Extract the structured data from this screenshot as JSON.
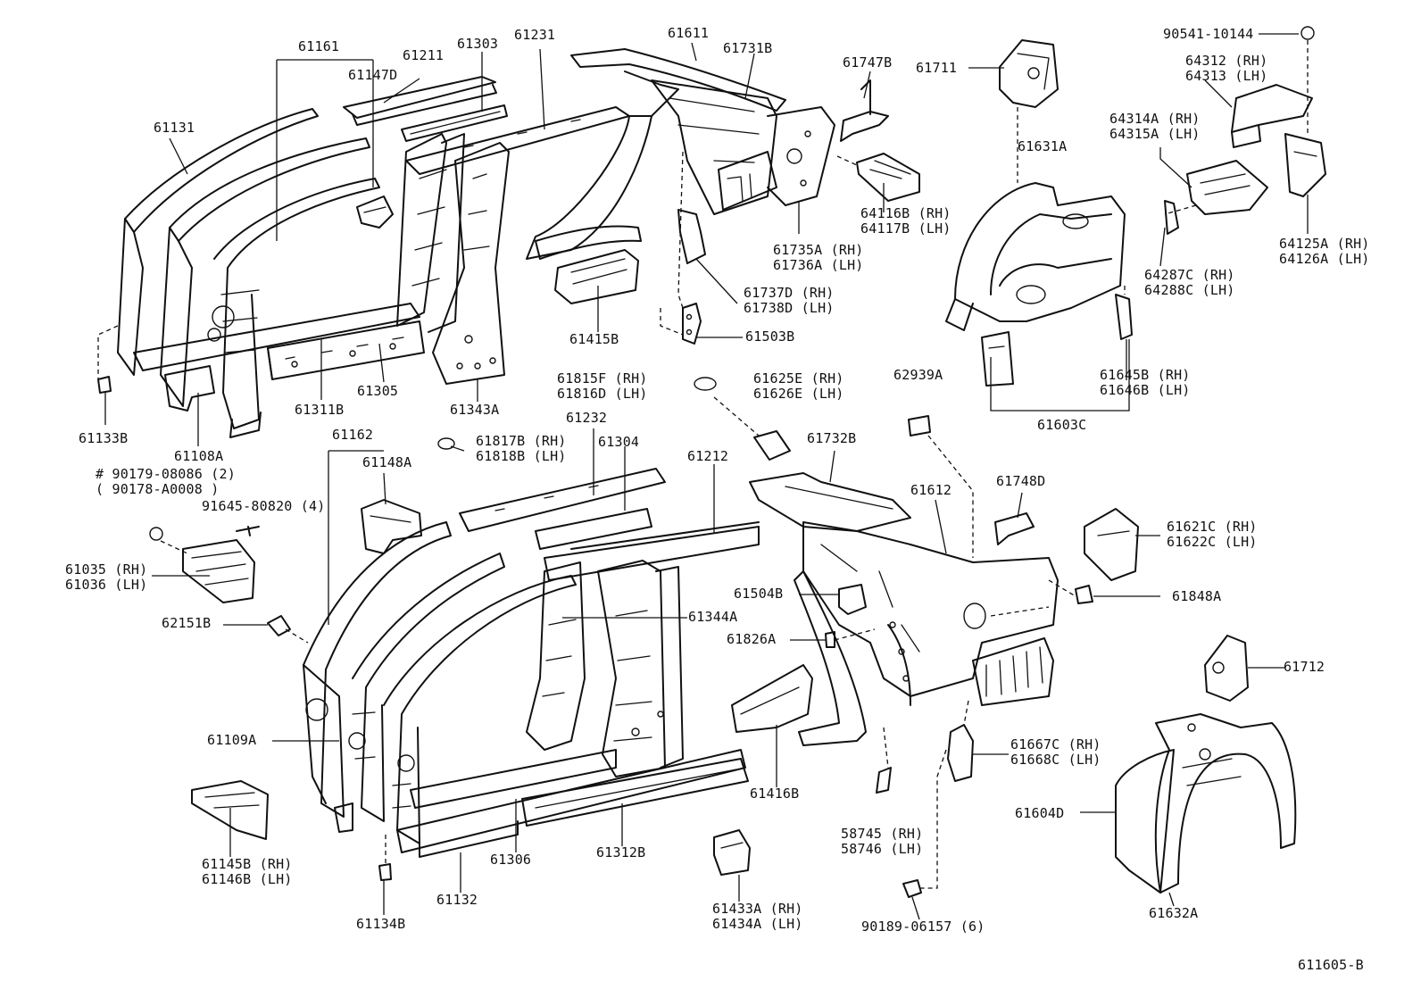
{
  "diagram_code": "611605-B",
  "parts": [
    {
      "key": "p61161",
      "lines": [
        "61161"
      ]
    },
    {
      "key": "p61211",
      "lines": [
        "61211"
      ]
    },
    {
      "key": "p61303",
      "lines": [
        "61303"
      ]
    },
    {
      "key": "p61231",
      "lines": [
        "61231"
      ]
    },
    {
      "key": "p61611",
      "lines": [
        "61611"
      ]
    },
    {
      "key": "p61731b",
      "lines": [
        "61731B"
      ]
    },
    {
      "key": "p61747b",
      "lines": [
        "61747B"
      ]
    },
    {
      "key": "p61711",
      "lines": [
        "61711"
      ]
    },
    {
      "key": "p90541",
      "lines": [
        "90541-10144"
      ]
    },
    {
      "key": "p64312",
      "lines": [
        "64312 (RH)",
        "64313 (LH)"
      ]
    },
    {
      "key": "p61147d",
      "lines": [
        "61147D"
      ]
    },
    {
      "key": "p61131",
      "lines": [
        "61131"
      ]
    },
    {
      "key": "p64314a",
      "lines": [
        "64314A (RH)",
        "64315A (LH)"
      ]
    },
    {
      "key": "p61631a",
      "lines": [
        "61631A"
      ]
    },
    {
      "key": "p64116b",
      "lines": [
        "64116B (RH)",
        "64117B (LH)"
      ]
    },
    {
      "key": "p61735a",
      "lines": [
        "61735A (RH)",
        "61736A (LH)"
      ]
    },
    {
      "key": "p64125a",
      "lines": [
        "64125A (RH)",
        "64126A (LH)"
      ]
    },
    {
      "key": "p64287c",
      "lines": [
        "64287C (RH)",
        "64288C (LH)"
      ]
    },
    {
      "key": "p61737d",
      "lines": [
        "61737D (RH)",
        "61738D (LH)"
      ]
    },
    {
      "key": "p61415b",
      "lines": [
        "61415B"
      ]
    },
    {
      "key": "p61503b",
      "lines": [
        "61503B"
      ]
    },
    {
      "key": "p61305",
      "lines": [
        "61305"
      ]
    },
    {
      "key": "p61311b",
      "lines": [
        "61311B"
      ]
    },
    {
      "key": "p61343a",
      "lines": [
        "61343A"
      ]
    },
    {
      "key": "p61133b",
      "lines": [
        "61133B"
      ]
    },
    {
      "key": "p61108a",
      "lines": [
        "61108A"
      ]
    },
    {
      "key": "p61815f",
      "lines": [
        "61815F (RH)",
        "61816D (LH)"
      ]
    },
    {
      "key": "p61625e",
      "lines": [
        "61625E (RH)",
        "61626E (LH)"
      ]
    },
    {
      "key": "p62939a",
      "lines": [
        "62939A"
      ]
    },
    {
      "key": "p61645b",
      "lines": [
        "61645B (RH)",
        "61646B (LH)"
      ]
    },
    {
      "key": "p61603c",
      "lines": [
        "61603C"
      ]
    },
    {
      "key": "p61232",
      "lines": [
        "61232"
      ]
    },
    {
      "key": "p61304",
      "lines": [
        "61304"
      ]
    },
    {
      "key": "p61162",
      "lines": [
        "61162"
      ]
    },
    {
      "key": "p61817b",
      "lines": [
        "61817B (RH)",
        "61818B (LH)"
      ]
    },
    {
      "key": "p61732b",
      "lines": [
        "61732B"
      ]
    },
    {
      "key": "p61148a",
      "lines": [
        "61148A"
      ]
    },
    {
      "key": "p61212",
      "lines": [
        "61212"
      ]
    },
    {
      "key": "p90179",
      "lines": [
        "# 90179-08086 (2)",
        "( 90178-A0008 )"
      ]
    },
    {
      "key": "p61612",
      "lines": [
        "61612"
      ]
    },
    {
      "key": "p61748d",
      "lines": [
        "61748D"
      ]
    },
    {
      "key": "p91645",
      "lines": [
        "91645-80820 (4)"
      ]
    },
    {
      "key": "p61621c",
      "lines": [
        "61621C (RH)",
        "61622C (LH)"
      ]
    },
    {
      "key": "p61035",
      "lines": [
        "61035 (RH)",
        "61036 (LH)"
      ]
    },
    {
      "key": "p61848a",
      "lines": [
        "61848A"
      ]
    },
    {
      "key": "p61504b",
      "lines": [
        "61504B"
      ]
    },
    {
      "key": "p62151b",
      "lines": [
        "62151B"
      ]
    },
    {
      "key": "p61344a",
      "lines": [
        "61344A"
      ]
    },
    {
      "key": "p61826a",
      "lines": [
        "61826A"
      ]
    },
    {
      "key": "p61712",
      "lines": [
        "61712"
      ]
    },
    {
      "key": "p61109a",
      "lines": [
        "61109A"
      ]
    },
    {
      "key": "p61667c",
      "lines": [
        "61667C (RH)",
        "61668C (LH)"
      ]
    },
    {
      "key": "p61416b",
      "lines": [
        "61416B"
      ]
    },
    {
      "key": "p61604d",
      "lines": [
        "61604D"
      ]
    },
    {
      "key": "p58745",
      "lines": [
        "58745 (RH)",
        "58746 (LH)"
      ]
    },
    {
      "key": "p61145b",
      "lines": [
        "61145B (RH)",
        "61146B (LH)"
      ]
    },
    {
      "key": "p61306",
      "lines": [
        "61306"
      ]
    },
    {
      "key": "p61312b",
      "lines": [
        "61312B"
      ]
    },
    {
      "key": "p61132",
      "lines": [
        "61132"
      ]
    },
    {
      "key": "p61433a",
      "lines": [
        "61433A (RH)",
        "61434A (LH)"
      ]
    },
    {
      "key": "p90189",
      "lines": [
        "90189-06157 (6)"
      ]
    },
    {
      "key": "p61632a",
      "lines": [
        "61632A"
      ]
    },
    {
      "key": "p61134b",
      "lines": [
        "61134B"
      ]
    }
  ]
}
